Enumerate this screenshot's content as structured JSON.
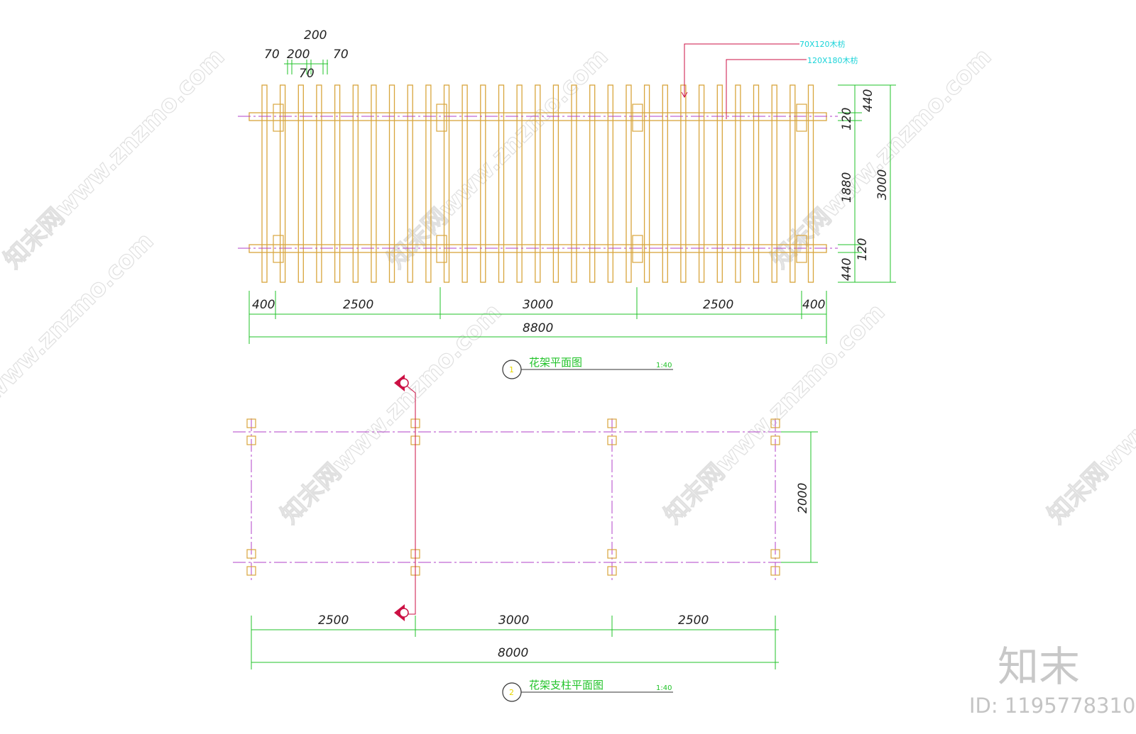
{
  "plan1": {
    "top_dims": {
      "rail_spacing": "200",
      "left_a": "70",
      "mid": "200",
      "right_a": "70",
      "bottom": "70"
    },
    "callouts": [
      "70X120木枋",
      "120X180木枋"
    ],
    "right_dims": {
      "top": "440",
      "beam_top": "120",
      "middle": "1880",
      "beam_bottom": "120",
      "bottom": "440",
      "total": "3000"
    },
    "bottom_dims": {
      "seg1": "400",
      "seg2": "2500",
      "seg3": "3000",
      "seg4": "2500",
      "seg5": "400",
      "total": "8800"
    },
    "title": {
      "number": "1",
      "text": "花架平面图",
      "scale": "1:40"
    }
  },
  "plan2": {
    "right_dim": "2000",
    "bottom_dims": {
      "seg1": "2500",
      "seg2": "3000",
      "seg3": "2500",
      "total": "8000"
    },
    "title": {
      "number": "2",
      "text": "花架支柱平面图",
      "scale": "1:40"
    }
  },
  "watermark": {
    "text": "知末网www.znzmo.com",
    "brand": "知末",
    "id": "ID: 1195778310"
  },
  "colors": {
    "timber": "#d8a53c",
    "dimension": "#22c32a",
    "axis": "#b040c8",
    "callout": "#19d3d8",
    "section_mark": "#cc1144"
  }
}
